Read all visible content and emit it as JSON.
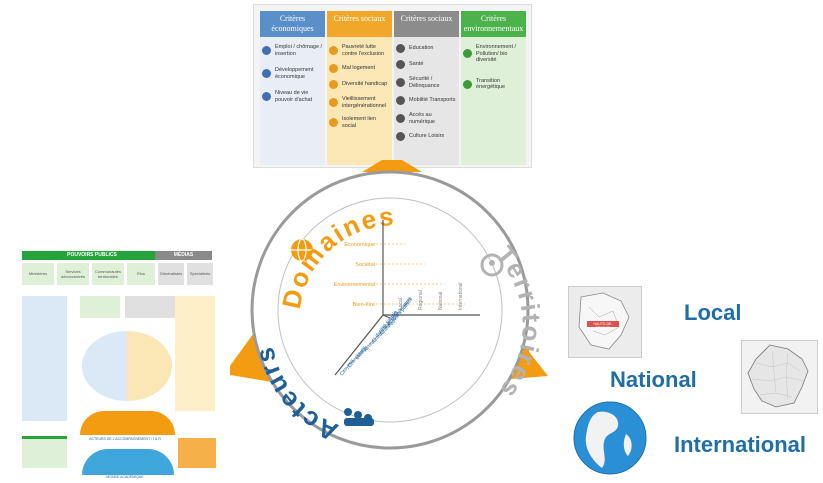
{
  "criteria": {
    "columns": [
      {
        "title": "Critères économiques",
        "head_color": "#5b8fc9",
        "body_color": "#e9eef6",
        "icon_color": "#3f6fb0",
        "items": [
          "Emploi / chômage / insertion",
          "Développement économique",
          "Niveau de vie pouvoir d'achat"
        ]
      },
      {
        "title": "Critères sociaux",
        "head_color": "#f1a72a",
        "body_color": "#fbe6b6",
        "icon_color": "#e79a1c",
        "items": [
          "Pauvreté lutte contre l'exclusion",
          "Mal logement",
          "Diversité handicap",
          "Vieillissement intergénérationnel",
          "Isolement lien social"
        ]
      },
      {
        "title": "Critères sociaux",
        "head_color": "#8c8c8c",
        "body_color": "#e6e6e6",
        "icon_color": "#555555",
        "items": [
          "Education",
          "Santé",
          "Sécurité / Délinquance",
          "Mobilité Transports",
          "Accès au numérique",
          "Culture Loisirs"
        ]
      },
      {
        "title": "Critères environnementaux",
        "head_color": "#4cb24c",
        "body_color": "#def1d8",
        "icon_color": "#3d9a3d",
        "items": [
          "Environnement / Pollution/ bio diversité",
          "Transition énergétique"
        ]
      }
    ]
  },
  "circle": {
    "domaines_label": "Domaines",
    "territoires_label": "Territoires",
    "acteurs_label": "Acteurs",
    "y_axis_labels": [
      "Economique",
      "Sociétal",
      "Environnemental",
      "Bien-être"
    ],
    "x_axis_labels": [
      "Local",
      "Régional",
      "National",
      "International"
    ],
    "z_axis_labels": [
      "Pouvoirs publics",
      "Acteurs économiques",
      "Acteurs financiers",
      "Acteurs d'utilité sociale",
      "Médias",
      "Chercheurs",
      "Citoyens"
    ]
  },
  "actors_panel": {
    "pouvoirs_publics": "POUVOIRS PUBLICS",
    "medias": "MÉDIAS",
    "row1": [
      "Ministères",
      "Services déconcentrés",
      "Communautés territoriales",
      "Élus",
      "Généralistes",
      "Spécialisés"
    ],
    "bottom_label": "ACTEURS DE L'ACCOMPAGNEMENT / I & R",
    "bottom_label_2": "MONDE ACADÉMIQUE"
  },
  "levels": {
    "local": "Local",
    "national": "National",
    "international": "International",
    "map_label": "HAUTS-DE-FRANCE"
  },
  "colors": {
    "arrow": "#f39c12",
    "ring": "#9a9a9a",
    "domaines": "#f39c12",
    "territoires": "#b3b3b3",
    "acteurs": "#1f5f96",
    "level_text": "#1f6fa6"
  }
}
